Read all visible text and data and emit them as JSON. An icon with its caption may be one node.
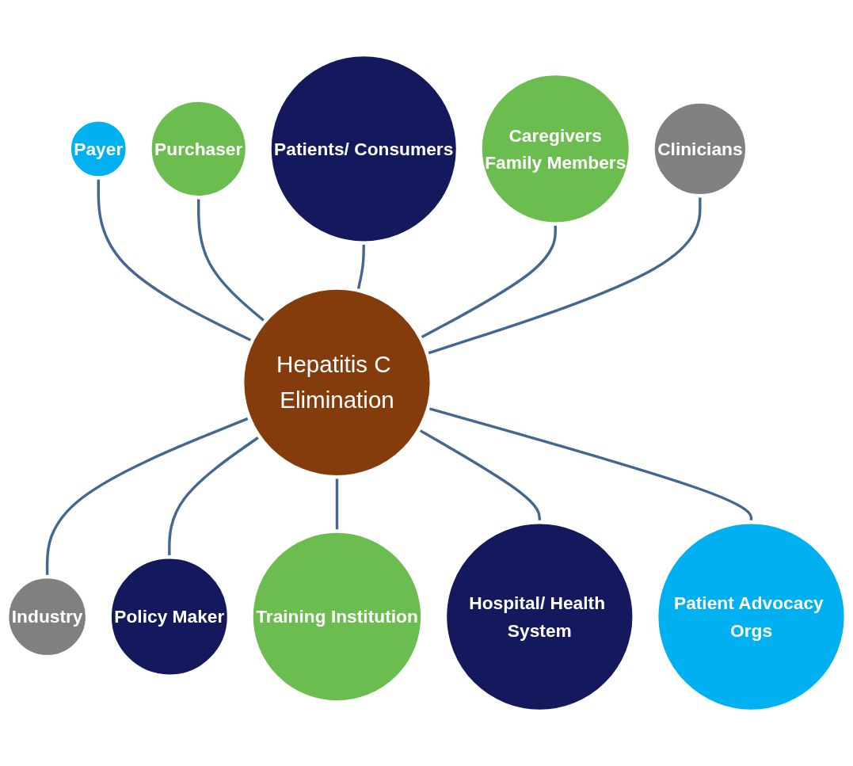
{
  "diagram": {
    "nodes": [
      {
        "text": [
          "Hepatitis C Elimination"
        ]
      },
      {
        "text": [
          "Patients/ Consumers"
        ]
      },
      {
        "text": [
          "Purchaser"
        ]
      },
      {
        "text": [
          "Caregivers",
          "Family Members"
        ]
      },
      {
        "text": [
          "Payer"
        ]
      },
      {
        "text": [
          "Clinicians"
        ]
      },
      {
        "text": [
          "Industry"
        ]
      },
      {
        "text": [
          "Patient Advocacy Orgs"
        ]
      },
      {
        "text": [
          "Policy Maker"
        ]
      },
      {
        "text": [
          "Hospital/ Health System"
        ]
      },
      {
        "text": [
          "Training Institution"
        ]
      }
    ],
    "edges": [
      {
        "from": 4,
        "to": 0,
        "arrow": "none"
      },
      {
        "from": 2,
        "to": 0,
        "arrow": "none"
      },
      {
        "from": 1,
        "to": 0,
        "arrow": "none"
      },
      {
        "from": 3,
        "to": 0,
        "arrow": "none"
      },
      {
        "from": 5,
        "to": 0,
        "arrow": "none"
      },
      {
        "from": 0,
        "to": 6,
        "arrow": "none"
      },
      {
        "from": 0,
        "to": 8,
        "arrow": "none"
      },
      {
        "from": 0,
        "to": 10,
        "arrow": "none"
      },
      {
        "from": 0,
        "to": 9,
        "arrow": "none"
      },
      {
        "from": 0,
        "to": 7,
        "arrow": "none"
      }
    ]
  }
}
